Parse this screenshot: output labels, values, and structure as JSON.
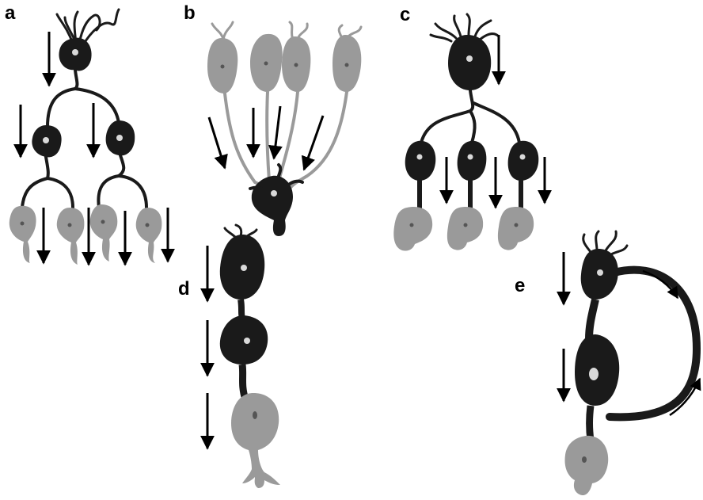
{
  "colors": {
    "black_neuron": "#1a1a1a",
    "gray_neuron": "#9a9a9a",
    "nucleus_light": "#d9d9d9",
    "nucleus_dark": "#555555",
    "arrow": "#000000",
    "background": "#ffffff"
  },
  "panels": [
    {
      "label": "a"
    },
    {
      "label": "b"
    },
    {
      "label": "c"
    },
    {
      "label": "d"
    },
    {
      "label": "e"
    }
  ]
}
